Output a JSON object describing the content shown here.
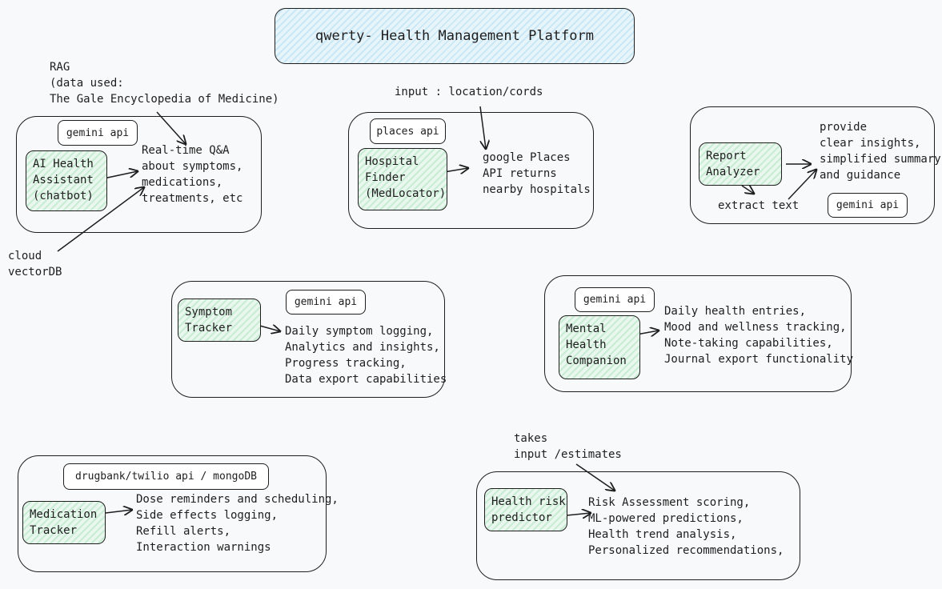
{
  "title": "qwerty- Health Management Platform",
  "notes": {
    "rag": "RAG\n(data used:\nThe Gale Encyclopedia of Medicine)",
    "vectordb": "cloud\nvectorDB",
    "input_location": "input : location/cords",
    "takes_input": "takes\ninput /estimates",
    "extract_text": "extract text"
  },
  "modules": {
    "ai_assistant": {
      "api": "gemini api",
      "name": "AI Health\nAssistant\n(chatbot)",
      "desc": "Real-time Q&A\nabout symptoms,\nmedications,\ntreatments, etc"
    },
    "hospital_finder": {
      "api": "places api",
      "name": "Hospital\nFinder\n(MedLocator)",
      "desc": "google Places\nAPI returns\nnearby hospitals"
    },
    "report_analyzer": {
      "api": "gemini api",
      "name": "Report\nAnalyzer",
      "desc": "provide\nclear insights,\nsimplified summary,\nand guidance"
    },
    "symptom_tracker": {
      "api": "gemini api",
      "name": "Symptom\nTracker",
      "desc": "Daily symptom logging,\nAnalytics and insights,\nProgress tracking,\nData export capabilities"
    },
    "mental_health": {
      "api": "gemini api",
      "name": "Mental\nHealth\nCompanion",
      "desc": "Daily health entries,\nMood and wellness tracking,\nNote-taking capabilities,\nJournal export functionality"
    },
    "medication_tracker": {
      "api": "drugbank/twilio api / mongoDB",
      "name": "Medication\nTracker",
      "desc": "Dose reminders and scheduling,\nSide effects logging,\nRefill alerts,\nInteraction warnings"
    },
    "risk_predictor": {
      "name": "Health risk\npredictor",
      "desc": "Risk Assessment scoring,\nML-powered predictions,\nHealth trend analysis,\nPersonalized recommendations,"
    }
  }
}
